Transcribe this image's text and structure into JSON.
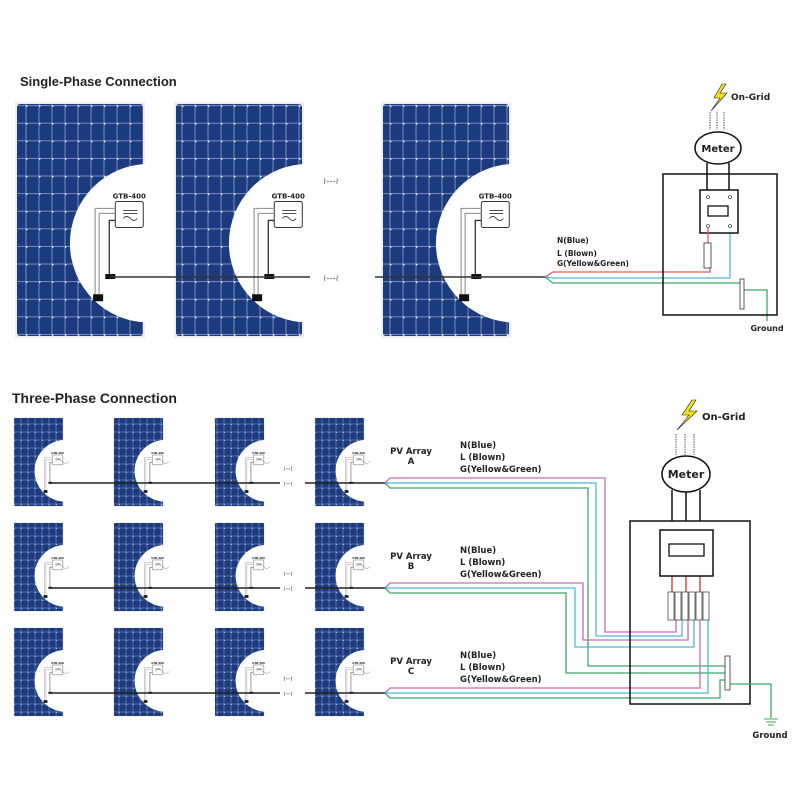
{
  "single_phase": {
    "title": "Single-Phase Connection",
    "inverter_label": "GTB-400",
    "panel_count_shown": 3,
    "wire_labels": [
      "N(Blue)",
      "L (Blown)",
      "G(Yellow&Green)"
    ],
    "grid_label": "On-Grid",
    "meter_label": "Meter",
    "ground_label": "Ground"
  },
  "three_phase": {
    "title": "Three-Phase Connection",
    "inverter_label": "GTB-400",
    "arrays": [
      {
        "name": "PV Array",
        "id": "A",
        "wire_labels": [
          "N(Blue)",
          "L (Blown)",
          "G(Yellow&Green)"
        ]
      },
      {
        "name": "PV Array",
        "id": "B",
        "wire_labels": [
          "N(Blue)",
          "L (Blown)",
          "G(Yellow&Green)"
        ]
      },
      {
        "name": "PV Array",
        "id": "C",
        "wire_labels": [
          "N(Blue)",
          "L (Blown)",
          "G(Yellow&Green)"
        ]
      }
    ],
    "grid_label": "On-Grid",
    "meter_label": "Meter",
    "ground_label": "Ground"
  },
  "colors": {
    "panel": "#1c3a7e",
    "wire_l": "#e05a6a",
    "wire_n": "#4fb8dc",
    "wire_g": "#3aa86a",
    "wire_l3": "#c070b0",
    "bolt": "#f5e11a"
  }
}
